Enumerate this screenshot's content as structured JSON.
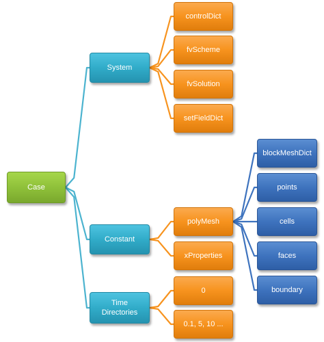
{
  "colors": {
    "root": "#8fc13a",
    "level1": "#31acc9",
    "level2": "#f7931e",
    "level3": "#3e73be",
    "connector_level1": "#4bb3cf",
    "connector_level2": "#f7931e",
    "connector_level3": "#3e73be"
  },
  "tree": {
    "root": {
      "label": "Case"
    },
    "system": {
      "label": "System",
      "children": [
        "controlDict",
        "fvScheme",
        "fvSolution",
        "setFieldDict"
      ]
    },
    "constant": {
      "label": "Constant",
      "children": [
        "polyMesh",
        "xProperties"
      ],
      "polyMesh_children": [
        "blockMeshDict",
        "points",
        "cells",
        "faces",
        "boundary"
      ]
    },
    "time": {
      "label_line1": "Time",
      "label_line2": "Directories",
      "children": [
        "0",
        "0.1, 5, 10 ..."
      ]
    }
  }
}
